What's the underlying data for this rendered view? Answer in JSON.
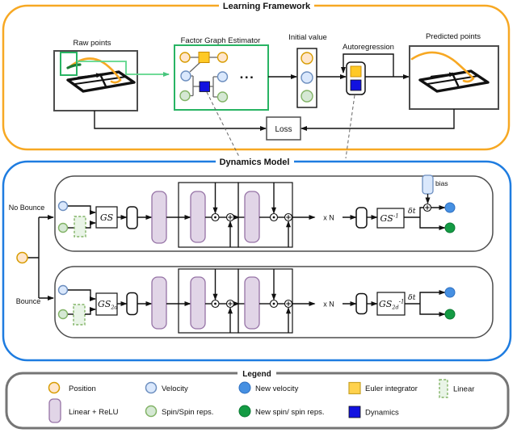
{
  "learning_framework": {
    "title": "Learning Framework",
    "raw_points_label": "Raw points",
    "factor_graph_label": "Factor Graph Estimator",
    "ellipsis": "...",
    "initial_value_label": "Initial value",
    "autoregression_label": "Autoregression",
    "predicted_points_label": "Predicted points",
    "loss_label": "Loss"
  },
  "dynamics_model": {
    "title": "Dynamics Model",
    "no_bounce_label": "No Bounce",
    "bounce_label": "Bounce",
    "gs_label": "GS",
    "gs_subscript_2d": "2d",
    "gs_superscript_inverse": "-1",
    "delta_t_label": "δt",
    "repeat_label": "x N",
    "bias_label": "bias"
  },
  "legend": {
    "title": "Legend",
    "items": [
      {
        "id": "position",
        "label": "Position"
      },
      {
        "id": "velocity",
        "label": "Velocity"
      },
      {
        "id": "new-velocity",
        "label": "New velocity"
      },
      {
        "id": "euler-integrator",
        "label": "Euler integrator"
      },
      {
        "id": "linear",
        "label": "Linear"
      },
      {
        "id": "linear-relu",
        "label": "Linear + ReLU"
      },
      {
        "id": "spin",
        "label": "Spin/Spin reps."
      },
      {
        "id": "new-spin",
        "label": "New spin/ spin reps."
      },
      {
        "id": "dynamics",
        "label": "Dynamics"
      }
    ]
  },
  "colors": {
    "framework_border": "#F7A823",
    "dynamics_border": "#1E7CE0",
    "legend_border": "#757575",
    "position_fill": "#FFE6CC",
    "position_stroke": "#D79B00",
    "velocity_fill": "#DAE8FC",
    "velocity_stroke": "#6C8EBF",
    "spin_fill": "#D5E8D4",
    "spin_stroke": "#82B366",
    "new_velocity": "#4690E2",
    "new_spin": "#149B44",
    "euler_yellow": "#FFC926",
    "dynamics_blue": "#1212E0",
    "linear_relu_fill": "#E1D5E7",
    "linear_relu_stroke": "#9673A6",
    "factor_graph_green": "#28B463",
    "trajectory_orange": "#F7A823"
  }
}
